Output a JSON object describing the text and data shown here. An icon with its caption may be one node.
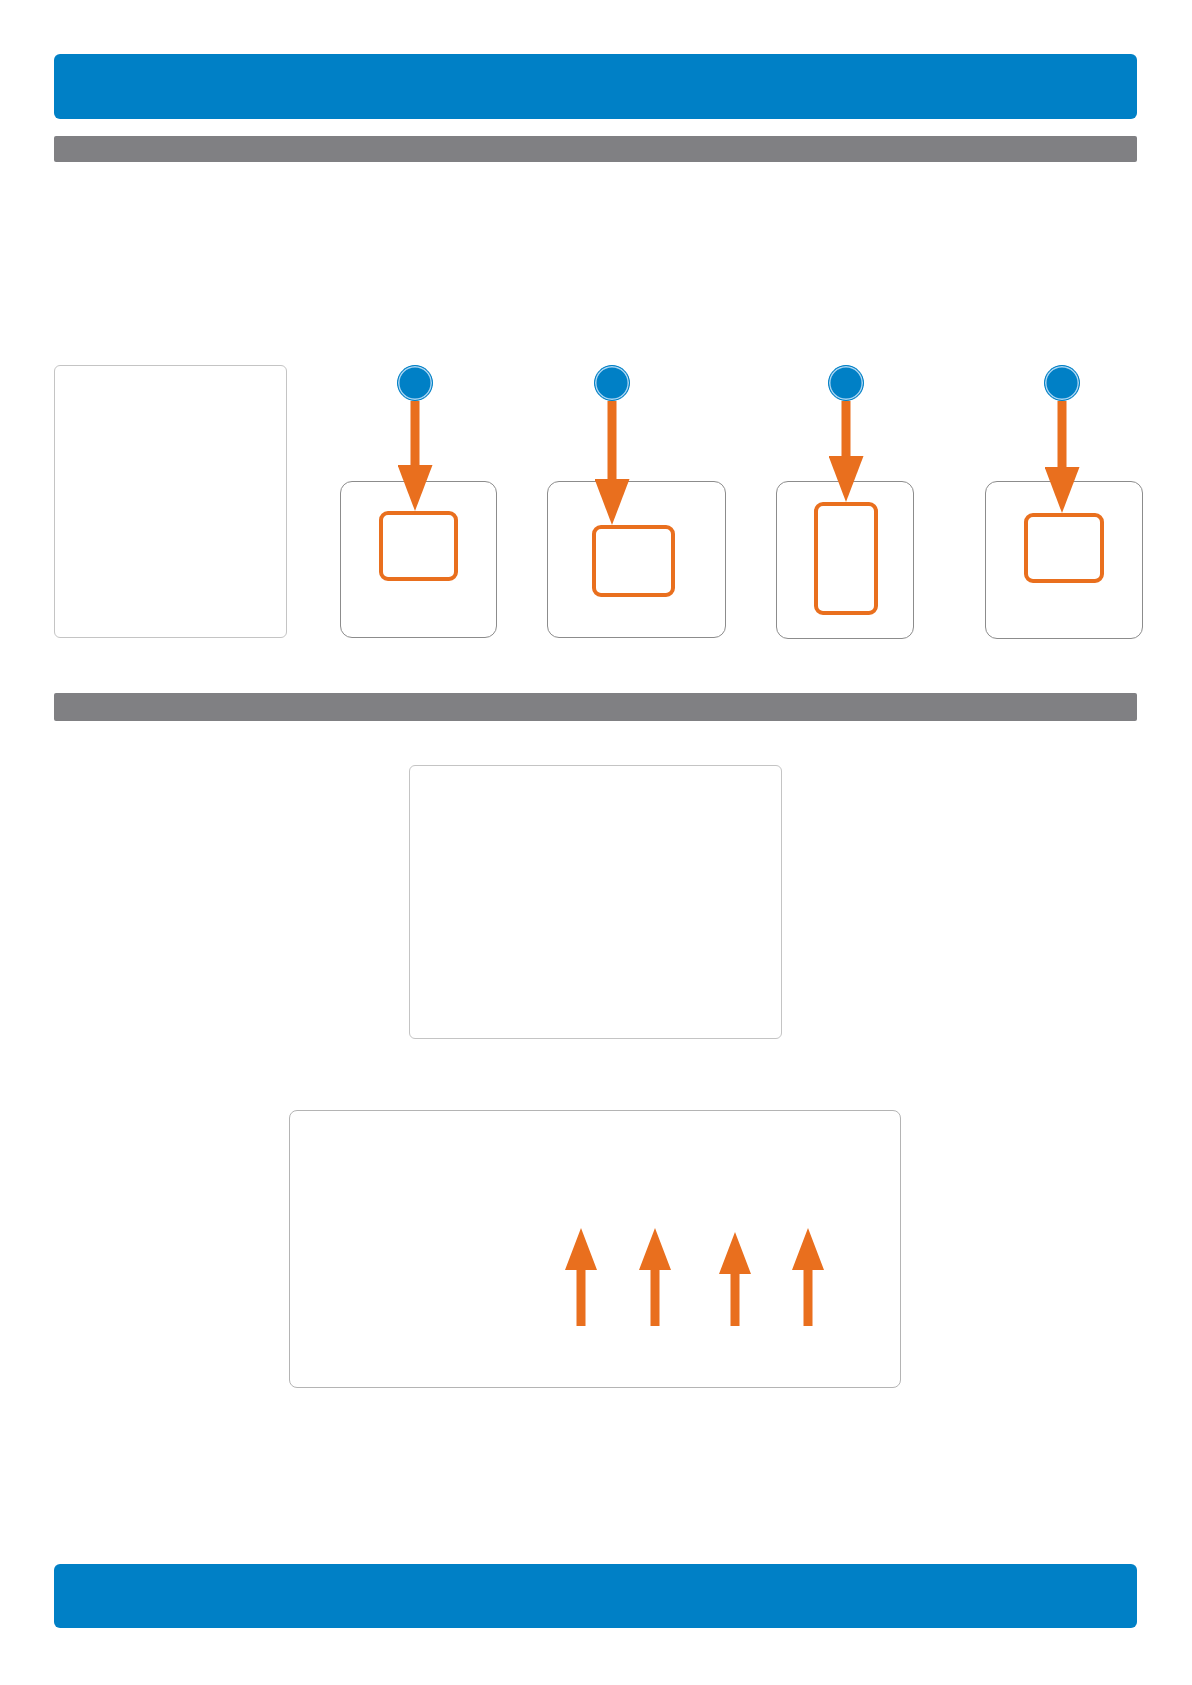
{
  "diagram": {
    "nodes": [
      {
        "text": [],
        "shape": "bar"
      },
      {
        "text": [],
        "shape": "box"
      },
      {
        "text": [],
        "shape": "circle"
      },
      {
        "text": [],
        "shape": "circle"
      },
      {
        "text": [],
        "shape": "circle"
      },
      {
        "text": [],
        "shape": "circle"
      },
      {
        "text": [],
        "shape": "box"
      },
      {
        "text": [],
        "shape": "box",
        "in": 6
      },
      {
        "text": [],
        "shape": "box"
      },
      {
        "text": [],
        "shape": "box",
        "in": 8
      },
      {
        "text": [],
        "shape": "box"
      },
      {
        "text": [],
        "shape": "box",
        "in": 10
      },
      {
        "text": [],
        "shape": "box"
      },
      {
        "text": [],
        "shape": "box",
        "in": 12
      },
      {
        "text": [],
        "shape": "bar"
      },
      {
        "text": [],
        "shape": "box"
      },
      {
        "text": [],
        "shape": "box"
      }
    ],
    "edges": [
      {
        "from": 2,
        "to": 7,
        "arrow": "to"
      },
      {
        "from": 3,
        "to": 9,
        "arrow": "to"
      },
      {
        "from": 4,
        "to": 11,
        "arrow": "to"
      },
      {
        "from": 5,
        "to": 13,
        "arrow": "to"
      }
    ]
  }
}
